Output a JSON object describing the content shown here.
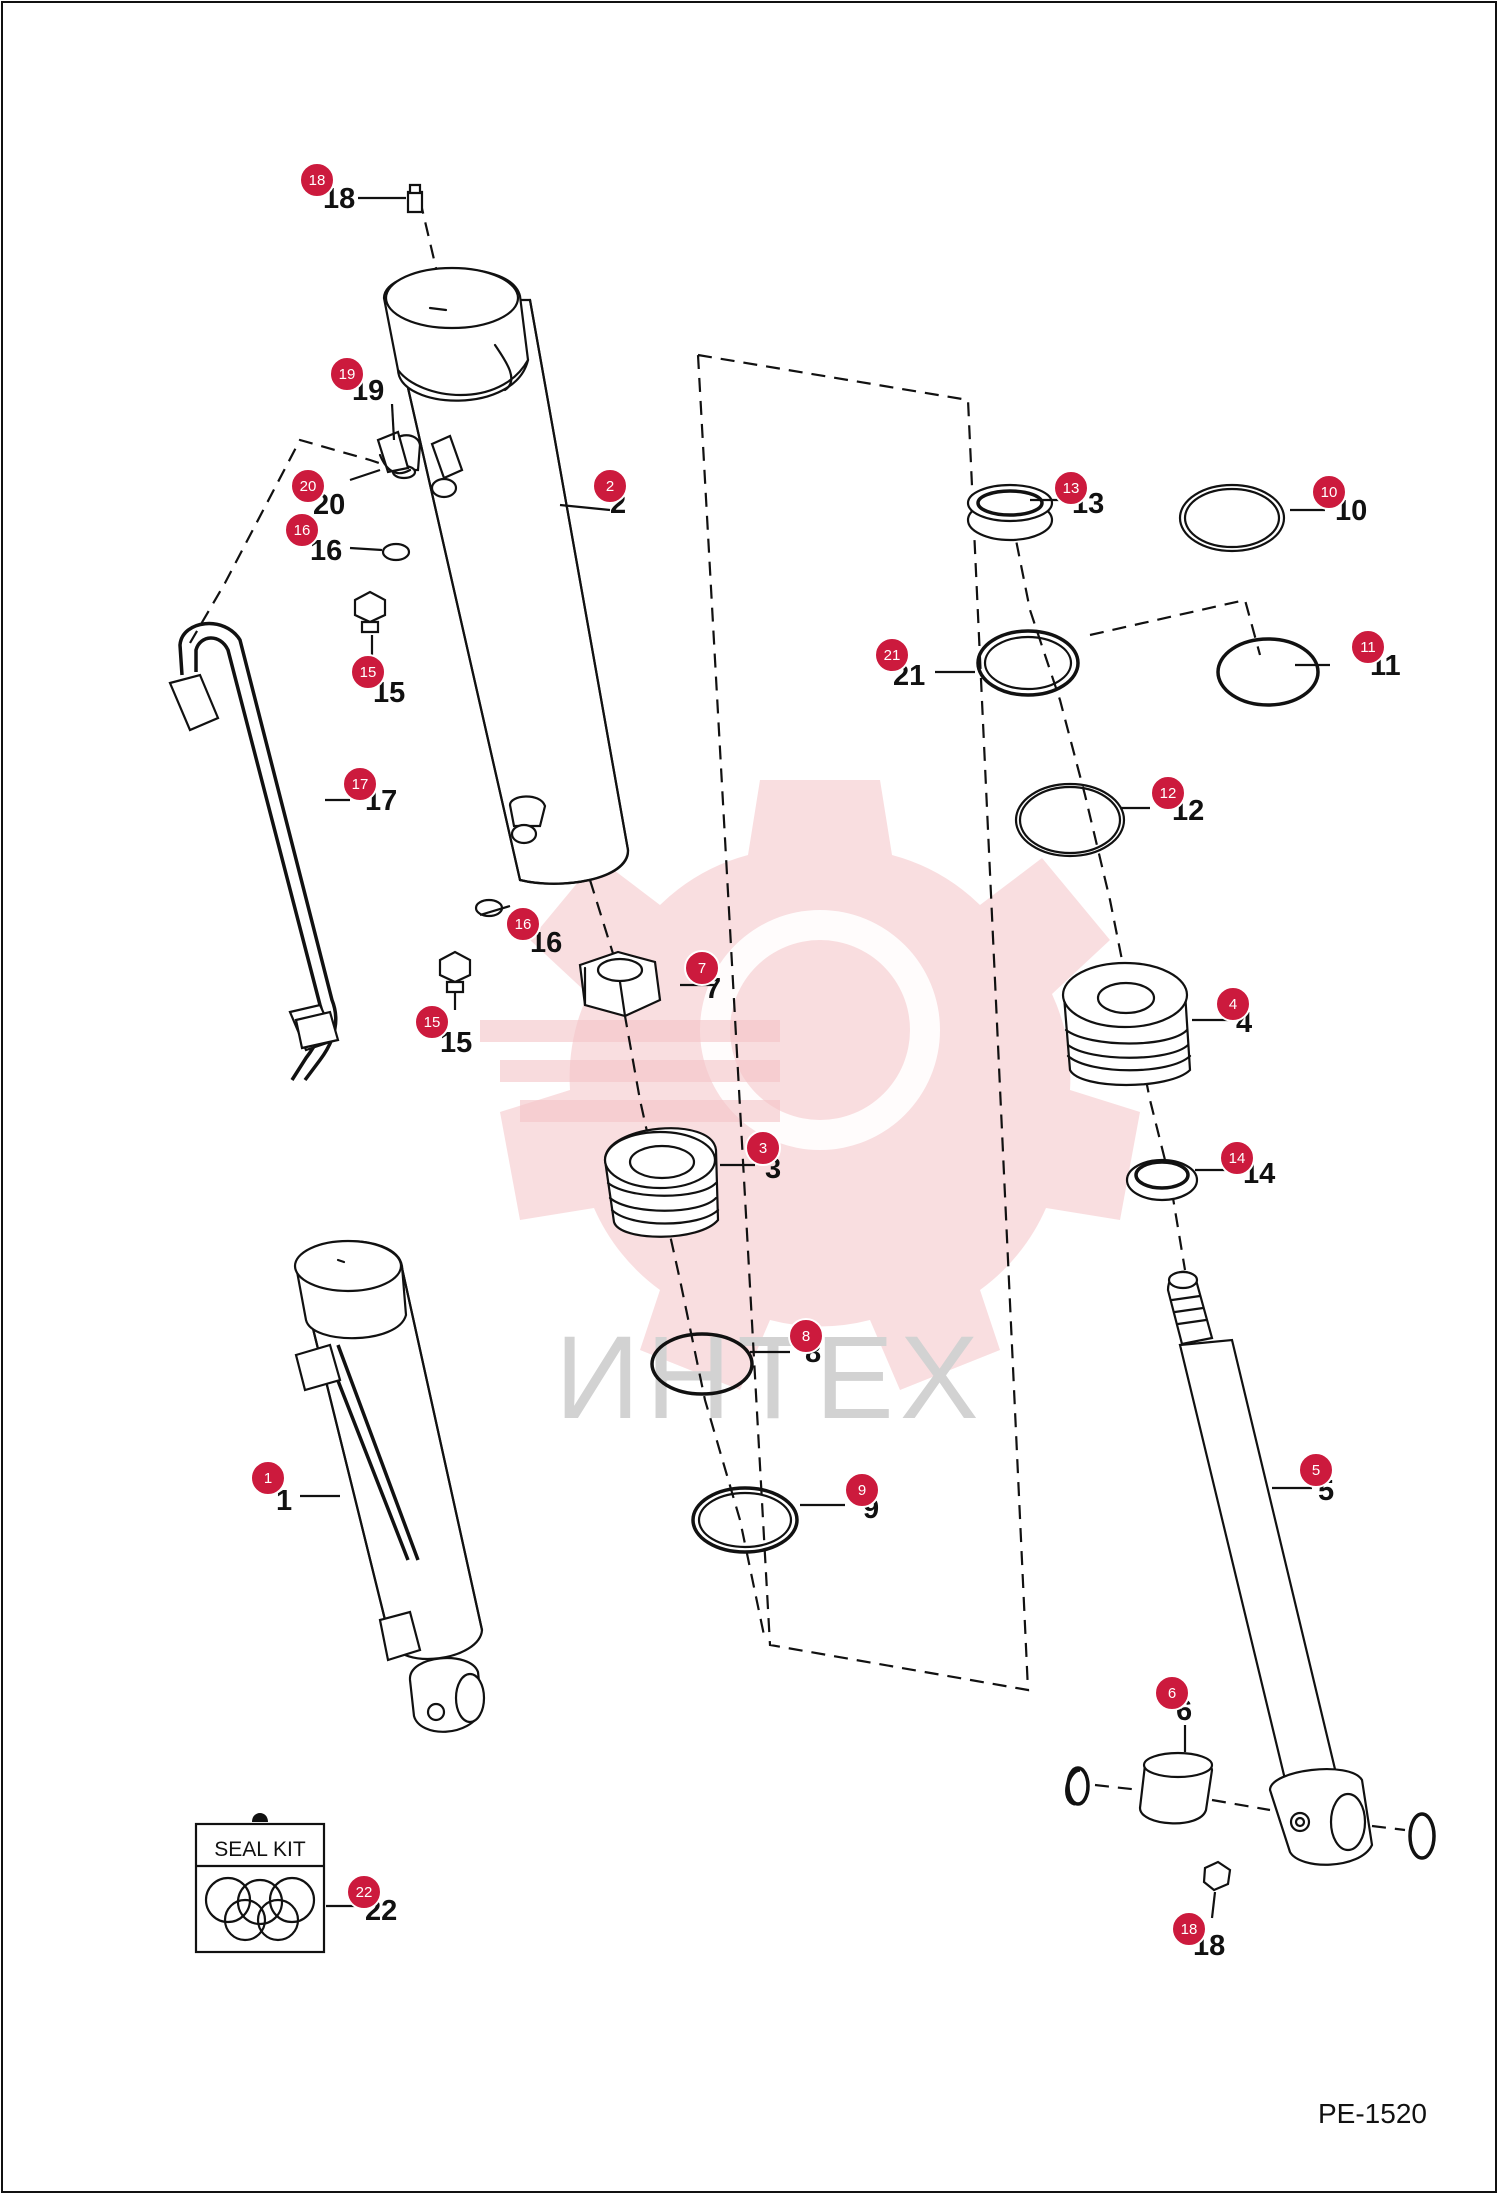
{
  "diagram": {
    "code": "PE-1520",
    "watermark": "ИНТЕХ",
    "seal_kit_label": "SEAL KIT",
    "labels": {
      "p1": "1",
      "p2": "2",
      "p3": "3",
      "p4": "4",
      "p5": "5",
      "p6": "6",
      "p7": "7",
      "p8": "8",
      "p9": "9",
      "p10": "10",
      "p11": "11",
      "p12": "12",
      "p13": "13",
      "p14": "14",
      "p15a": "15",
      "p15b": "15",
      "p16a": "16",
      "p16b": "16",
      "p17": "17",
      "p18a": "18",
      "p18b": "18",
      "p19": "19",
      "p20": "20",
      "p21": "21",
      "p22": "22"
    },
    "badges": {
      "b1": "1",
      "b2": "2",
      "b3": "3",
      "b4": "4",
      "b5": "5",
      "b6": "6",
      "b7": "7",
      "b8": "8",
      "b9": "9",
      "b10": "10",
      "b11": "11",
      "b12": "12",
      "b13": "13",
      "b14": "14",
      "b15a": "15",
      "b15b": "15",
      "b16a": "16",
      "b16b": "16",
      "b17": "17",
      "b18a": "18",
      "b18b": "18",
      "b19": "19",
      "b20": "20",
      "b21": "21",
      "b22": "22"
    },
    "colors": {
      "badge": "#cc1a3d",
      "watermark": "#f4c3c6",
      "line": "#111111"
    }
  }
}
